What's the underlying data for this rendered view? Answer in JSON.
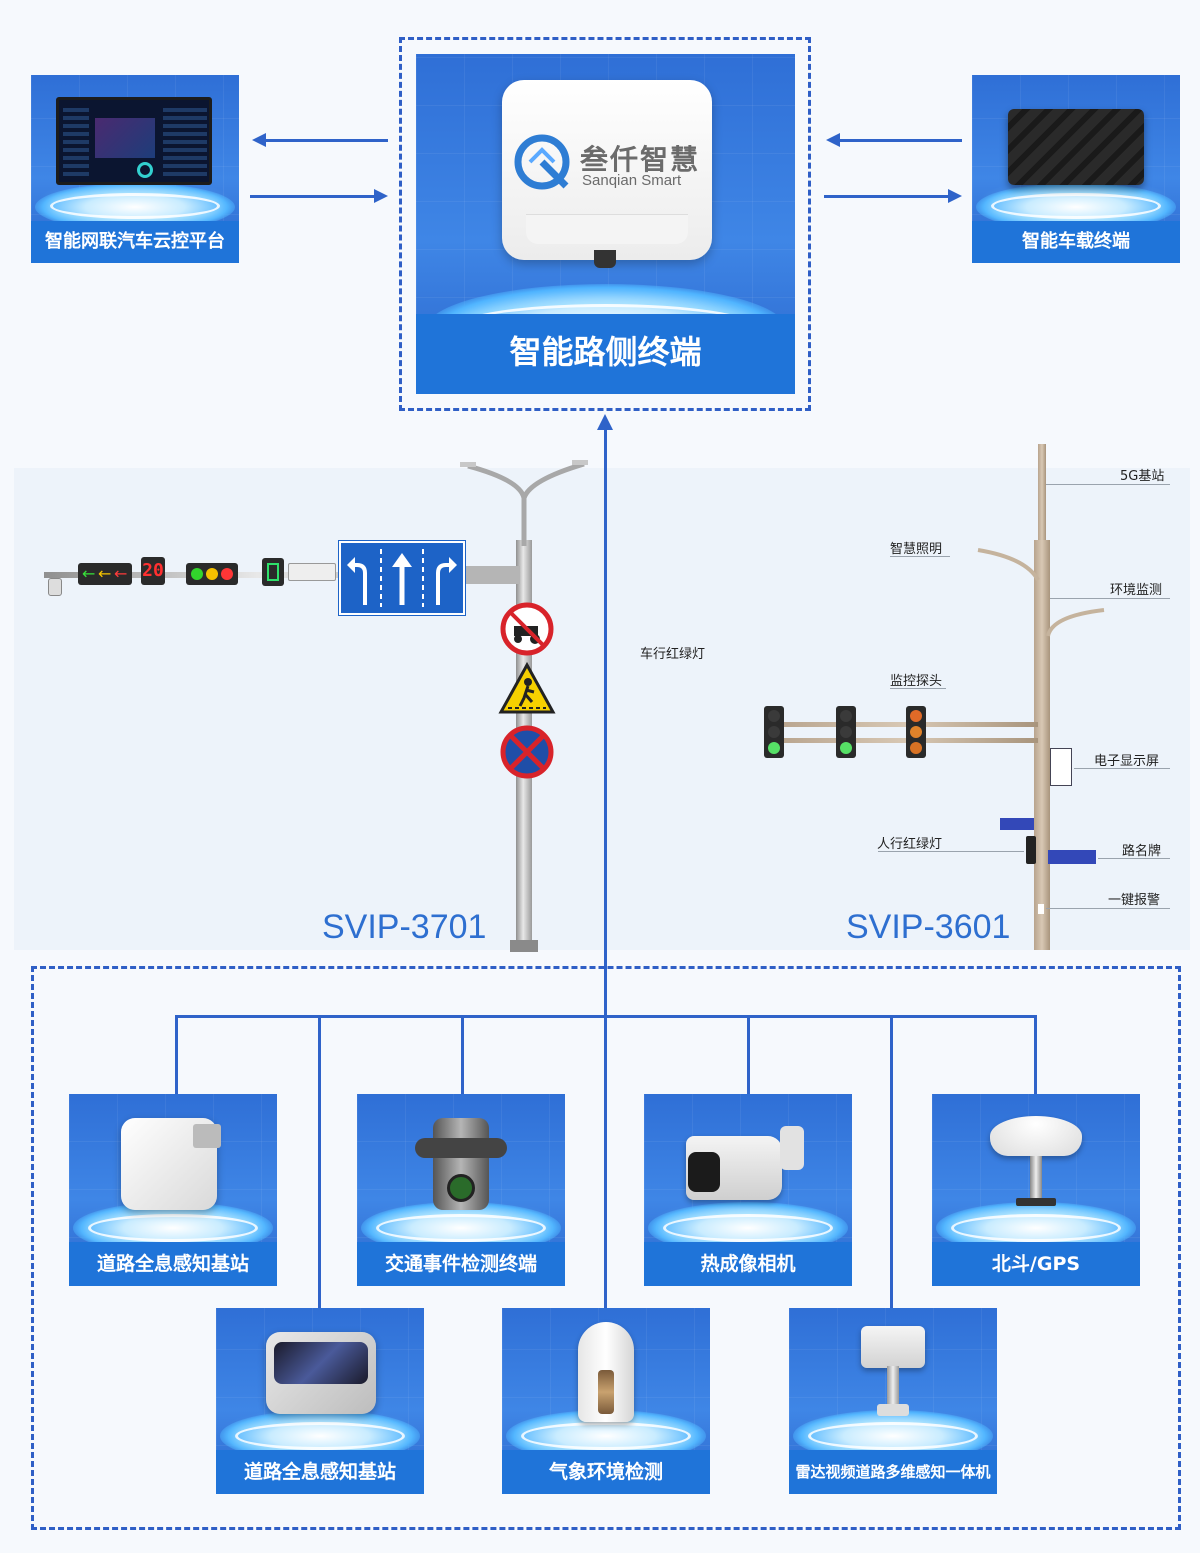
{
  "top": {
    "center_label": "智能路侧终端",
    "logo_cn": "叁仟智慧",
    "logo_en": "Sanqian Smart",
    "left_label": "智能网联汽车云控平台",
    "right_label": "智能车载终端"
  },
  "middle": {
    "left_model": "SVIP-3701",
    "right_model": "SVIP-3601",
    "vehicle_light_label": "车行红绿灯",
    "countdown_value": "20",
    "callouts": {
      "base_station": "5G基站",
      "lighting": "智慧照明",
      "env_monitor": "环境监测",
      "camera": "监控探头",
      "display": "电子显示屏",
      "ped_light": "人行红绿灯",
      "street_sign": "路名牌",
      "alarm": "一键报警"
    }
  },
  "bottom": {
    "row1": [
      "道路全息感知基站",
      "交通事件检测终端",
      "热成像相机",
      "北斗/GPS"
    ],
    "row2": [
      "道路全息感知基站",
      "气象环境检测",
      "雷达视频道路多维感知一体机"
    ]
  },
  "colors": {
    "accent": "#2f63c9",
    "label_bg": "#1f74d9",
    "model_text": "#2e6fd0"
  }
}
